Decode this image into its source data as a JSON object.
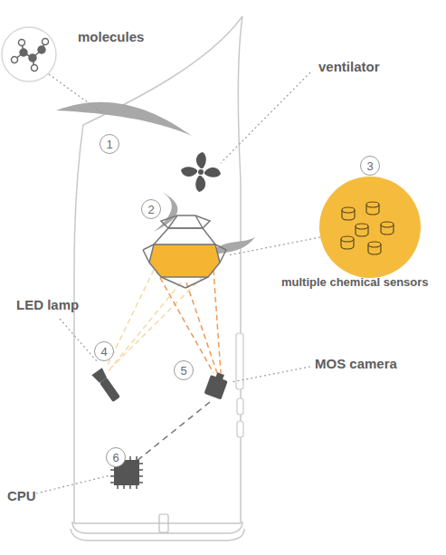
{
  "diagram": {
    "nodes": [
      {
        "text": [
          "1"
        ]
      },
      {
        "text": [
          "2"
        ]
      },
      {
        "text": [
          "3"
        ]
      },
      {
        "text": [
          "4"
        ]
      },
      {
        "text": [
          "5"
        ]
      },
      {
        "text": [
          "6"
        ]
      }
    ],
    "labels": [
      "molecules",
      "ventilator",
      "multiple chemical sensors",
      "LED lamp",
      "MOS camera",
      "CPU"
    ]
  }
}
